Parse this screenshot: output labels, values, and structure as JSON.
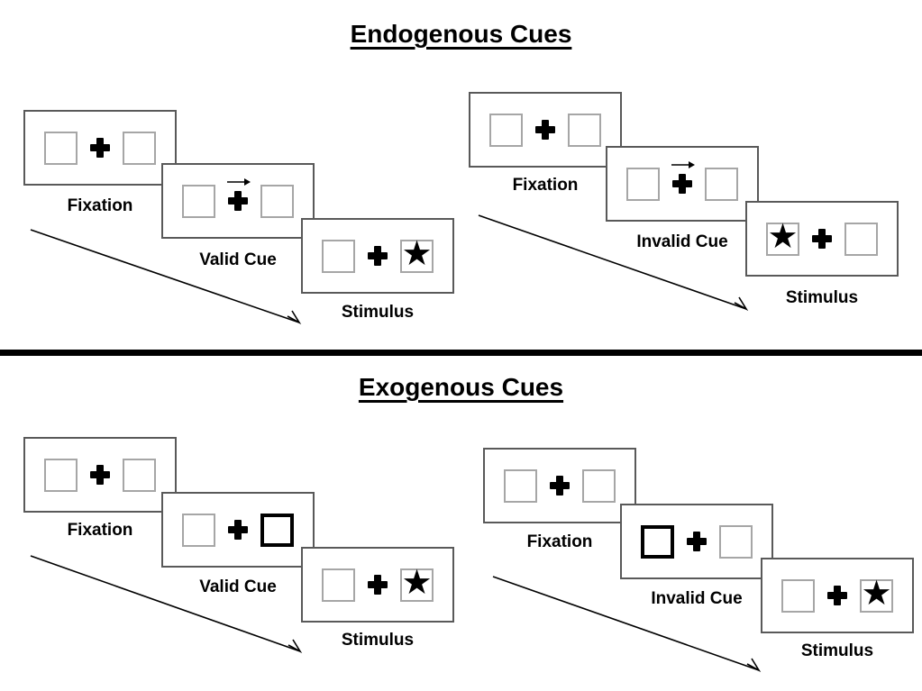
{
  "sections": [
    {
      "title": "Endogenous Cues",
      "cue_style": "central-arrow",
      "panels": [
        {
          "name": "valid",
          "star_position": "right",
          "cue_direction": "right",
          "frames": [
            {
              "label": "Fixation"
            },
            {
              "label": "Valid Cue"
            },
            {
              "label": "Stimulus"
            }
          ]
        },
        {
          "name": "invalid",
          "star_position": "left",
          "cue_direction": "right",
          "frames": [
            {
              "label": "Fixation"
            },
            {
              "label": "Invalid Cue"
            },
            {
              "label": "Stimulus"
            }
          ]
        }
      ]
    },
    {
      "title": "Exogenous Cues",
      "cue_style": "peripheral-box-highlight",
      "panels": [
        {
          "name": "valid",
          "star_position": "right",
          "highlighted_box": "right",
          "frames": [
            {
              "label": "Fixation"
            },
            {
              "label": "Valid Cue"
            },
            {
              "label": "Stimulus"
            }
          ]
        },
        {
          "name": "invalid",
          "star_position": "right",
          "highlighted_box": "left",
          "frames": [
            {
              "label": "Fixation"
            },
            {
              "label": "Invalid Cue"
            },
            {
              "label": "Stimulus"
            }
          ]
        }
      ]
    }
  ],
  "icons": {
    "star": "★",
    "fixation_cross": "plus",
    "cue_arrow": "right-arrow"
  },
  "colors": {
    "background": "#ffffff",
    "card_border": "#595959",
    "box_border": "#a6a6a6",
    "highlight": "#000000",
    "divider": "#000000",
    "text": "#000000"
  }
}
